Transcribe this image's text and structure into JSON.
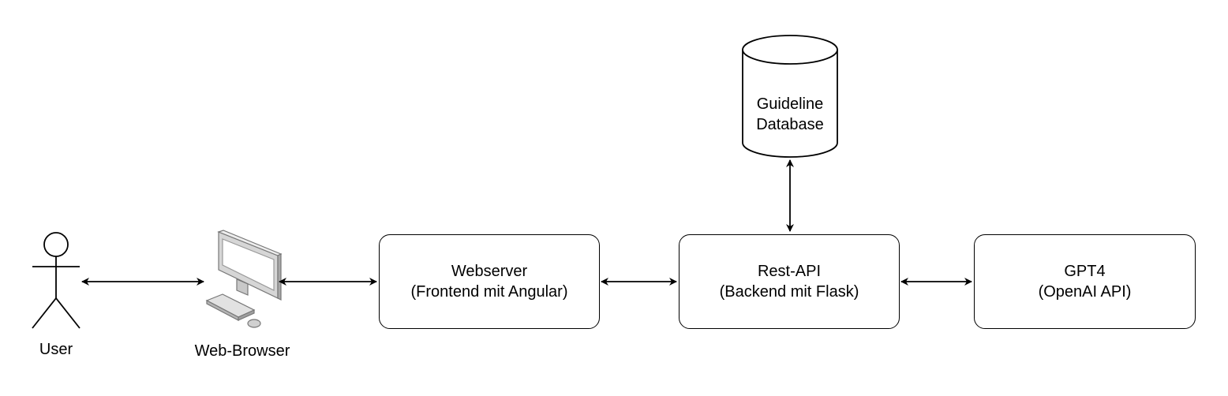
{
  "actor": {
    "label": "User"
  },
  "browser": {
    "label": "Web-Browser",
    "icon": "computer-icon"
  },
  "webserver": {
    "line1": "Webserver",
    "line2": "(Frontend mit Angular)"
  },
  "restapi": {
    "line1": "Rest-API",
    "line2": "(Backend mit Flask)"
  },
  "gpt": {
    "line1": "GPT4",
    "line2": "(OpenAI API)"
  },
  "database": {
    "line1": "Guideline",
    "line2": "Database"
  },
  "colors": {
    "stroke": "#000000",
    "monitor_body": "#d9d9d9",
    "monitor_screen": "#ffffff"
  }
}
